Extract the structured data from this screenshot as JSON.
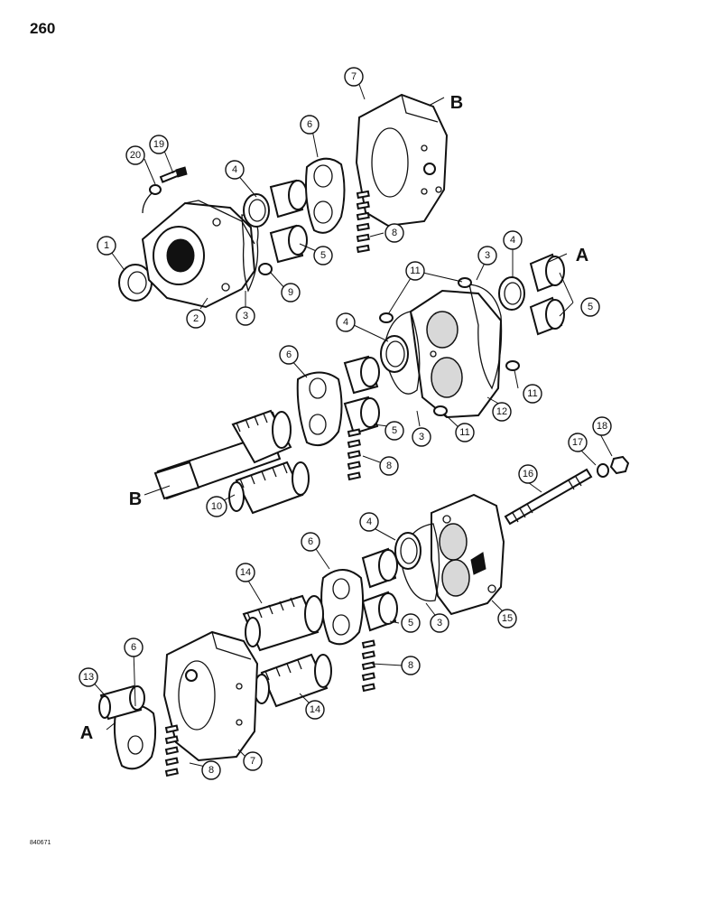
{
  "page": {
    "page_number": "260",
    "figure_code": "840671"
  },
  "reference_letters": {
    "a_top": "A",
    "a_bottom": "A",
    "b_top": "B",
    "b_middle": "B"
  },
  "callouts": {
    "c1": "1",
    "c2": "2",
    "c3a": "3",
    "c3b": "3",
    "c3c": "3",
    "c3d": "3",
    "c4a": "4",
    "c4b": "4",
    "c4c": "4",
    "c4d": "4",
    "c5a": "5",
    "c5b": "5",
    "c5c": "5",
    "c5d": "5",
    "c6a": "6",
    "c6b": "6",
    "c6c": "6",
    "c6d": "6",
    "c7a": "7",
    "c7b": "7",
    "c8a": "8",
    "c8b": "8",
    "c8c": "8",
    "c8d": "8",
    "c9": "9",
    "c10": "10",
    "c11a": "11",
    "c11b": "11",
    "c11c": "11",
    "c12": "12",
    "c13": "13",
    "c14a": "14",
    "c14b": "14",
    "c15": "15",
    "c16": "16",
    "c17": "17",
    "c18": "18",
    "c19": "19",
    "c20": "20"
  }
}
